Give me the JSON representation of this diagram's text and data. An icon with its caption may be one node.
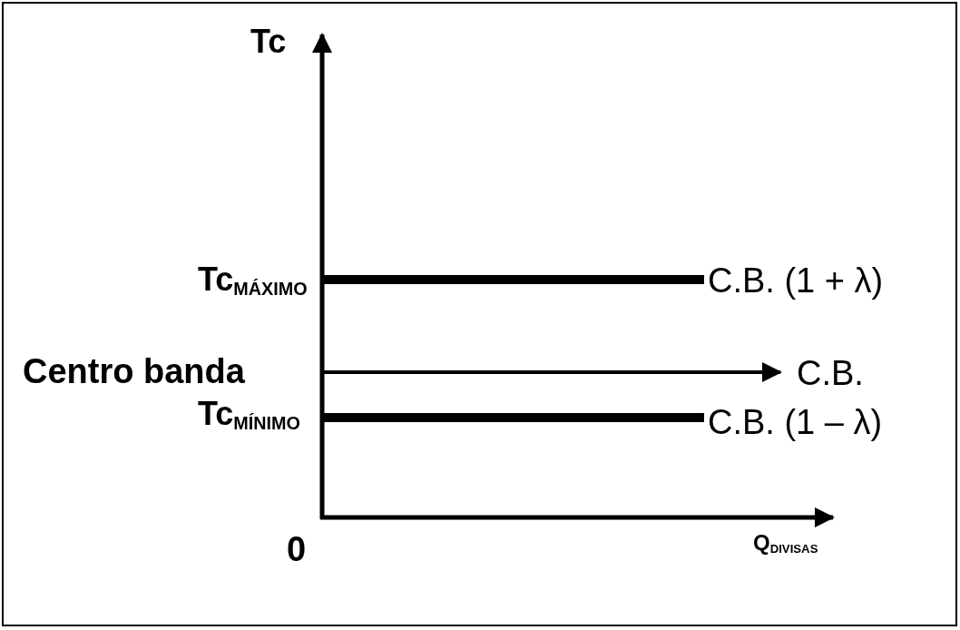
{
  "diagram": {
    "labels": [
      "Tc",
      "Tc$_{MÁXIMO}$",
      "Centro banda",
      "Tc$_{MÍNIMO}$",
      "0",
      "Q$_{DIVISAS}$",
      "C.B. (1 + λ)",
      "C.B.",
      "C.B. (1 – λ)"
    ]
  }
}
